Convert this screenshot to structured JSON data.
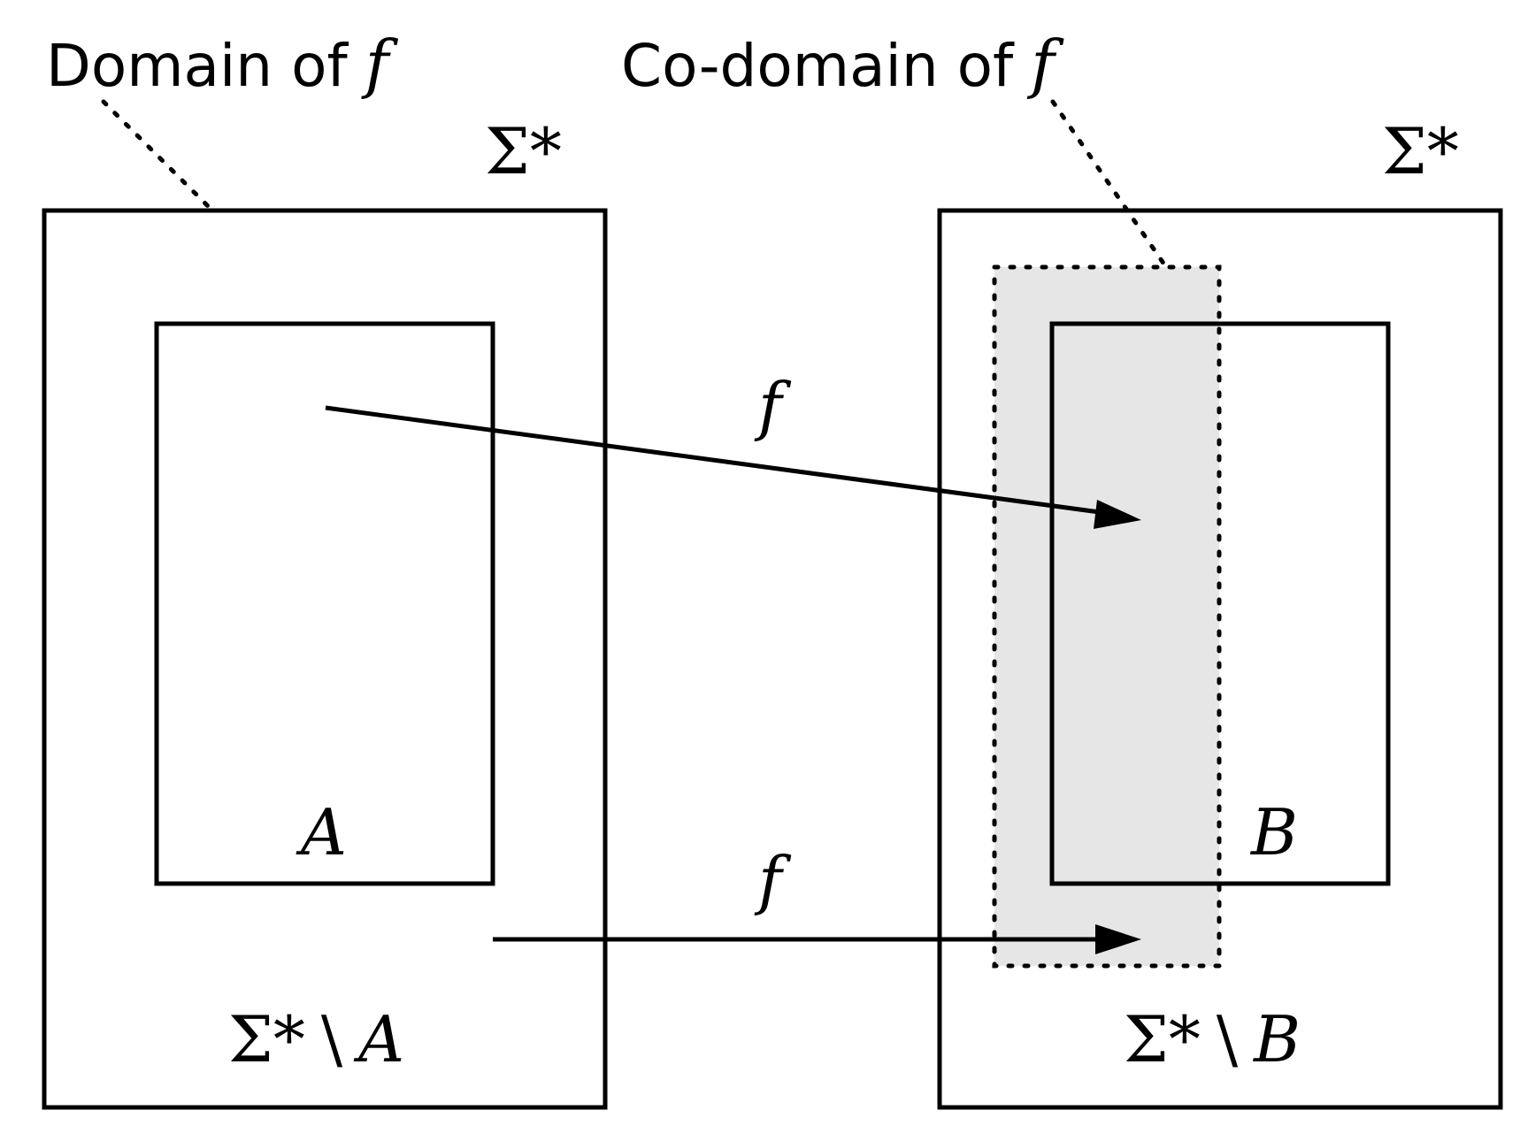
{
  "labels": {
    "domain_title": "Domain of",
    "domain_title_var": "f",
    "codomain_title": "Co-domain of",
    "codomain_title_var": "f",
    "left_universe": "Σ*",
    "right_universe": "Σ*",
    "set_a": "A",
    "set_b": "B",
    "left_complement_prefix": "Σ*",
    "left_complement_sep": "\\",
    "left_complement_set": "A",
    "right_complement_prefix": "Σ*",
    "right_complement_sep": "\\",
    "right_complement_set": "B",
    "arrow_top_label": "f",
    "arrow_bottom_label": "f"
  },
  "colors": {
    "stroke": "#000000",
    "codomain_fill": "#e6e6e6",
    "background": "#ffffff"
  }
}
